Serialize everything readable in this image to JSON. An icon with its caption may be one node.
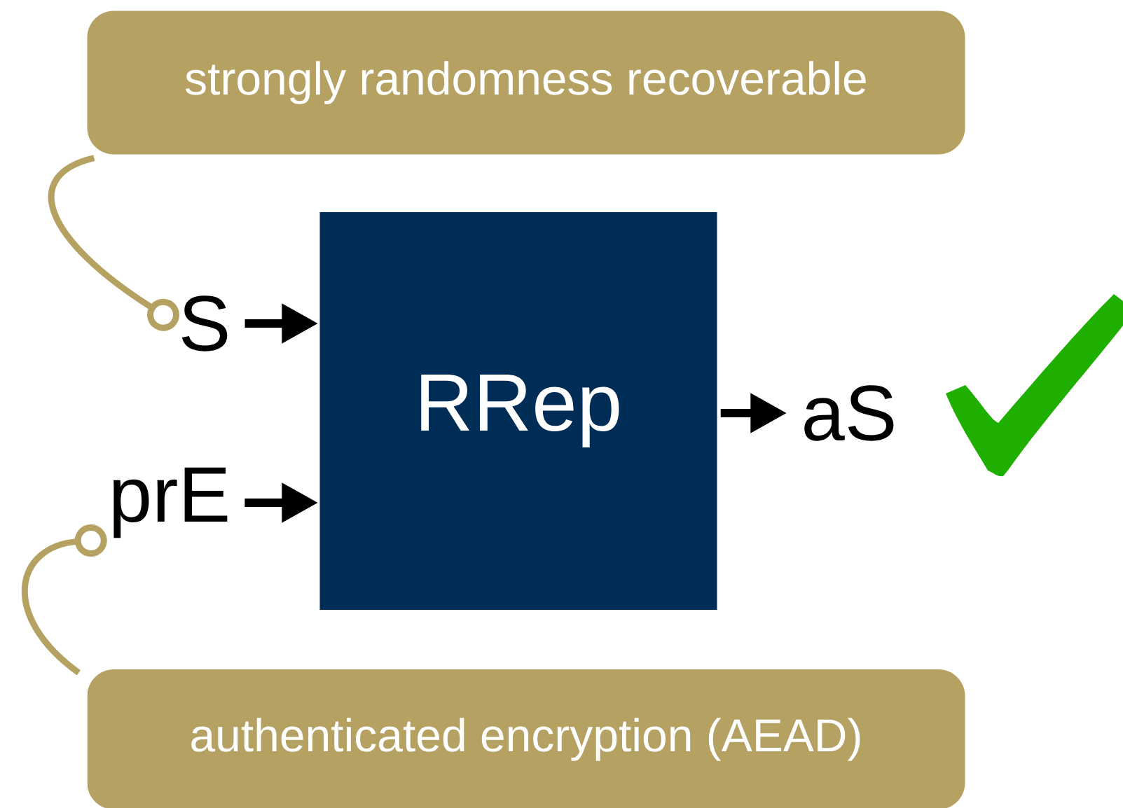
{
  "diagram": {
    "nodes": [
      {
        "text": [
          "strongly randomness recoverable"
        ]
      },
      {
        "text": [
          "S"
        ]
      },
      {
        "text": [
          "prE"
        ]
      },
      {
        "text": [
          "RRep"
        ]
      },
      {
        "text": [
          "aS"
        ]
      },
      {
        "text": [
          "authenticated encryption (AEAD)"
        ]
      }
    ],
    "edges": [
      {
        "from": 1,
        "to": 3,
        "arrow": "to"
      },
      {
        "from": 2,
        "to": 3,
        "arrow": "to"
      },
      {
        "from": 3,
        "to": 4,
        "arrow": "to"
      },
      {
        "from": 0,
        "to": 1,
        "arrow": "other",
        "color": "#b5a262"
      },
      {
        "from": 5,
        "to": 2,
        "arrow": "other",
        "color": "#b5a262"
      }
    ]
  }
}
